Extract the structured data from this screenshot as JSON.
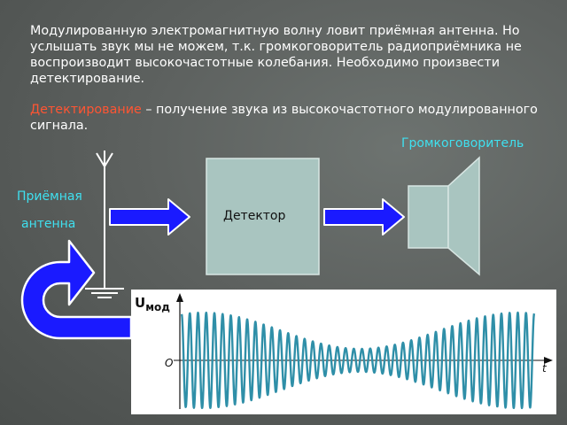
{
  "text": {
    "para1": "Модулированную электромагнитную волну ловит приёмная антенна. Но услышать звук мы не можем, т.к. громкоговоритель радиоприёмника не воспроизводит высокочастотные колебания. Необходимо произвести детектирование.",
    "para2_term": "Детектирование",
    "para2_rest": " – получение звука из высокочастотного модулированного сигнала."
  },
  "labels": {
    "speaker": "Громкоговоритель",
    "antenna_line1": "Приёмная",
    "antenna_line2": "антенна",
    "detector": "Детектор"
  },
  "graph": {
    "y_label_main": "U",
    "y_label_sub": "мод",
    "origin": "O",
    "t_label": "t"
  },
  "colors": {
    "text": "#ffffff",
    "term": "#ff5533",
    "label": "#3fe0ef",
    "box": "#a9c5c0",
    "arrow_blue": "#1a1aff",
    "wave": "#2f8fa8"
  }
}
